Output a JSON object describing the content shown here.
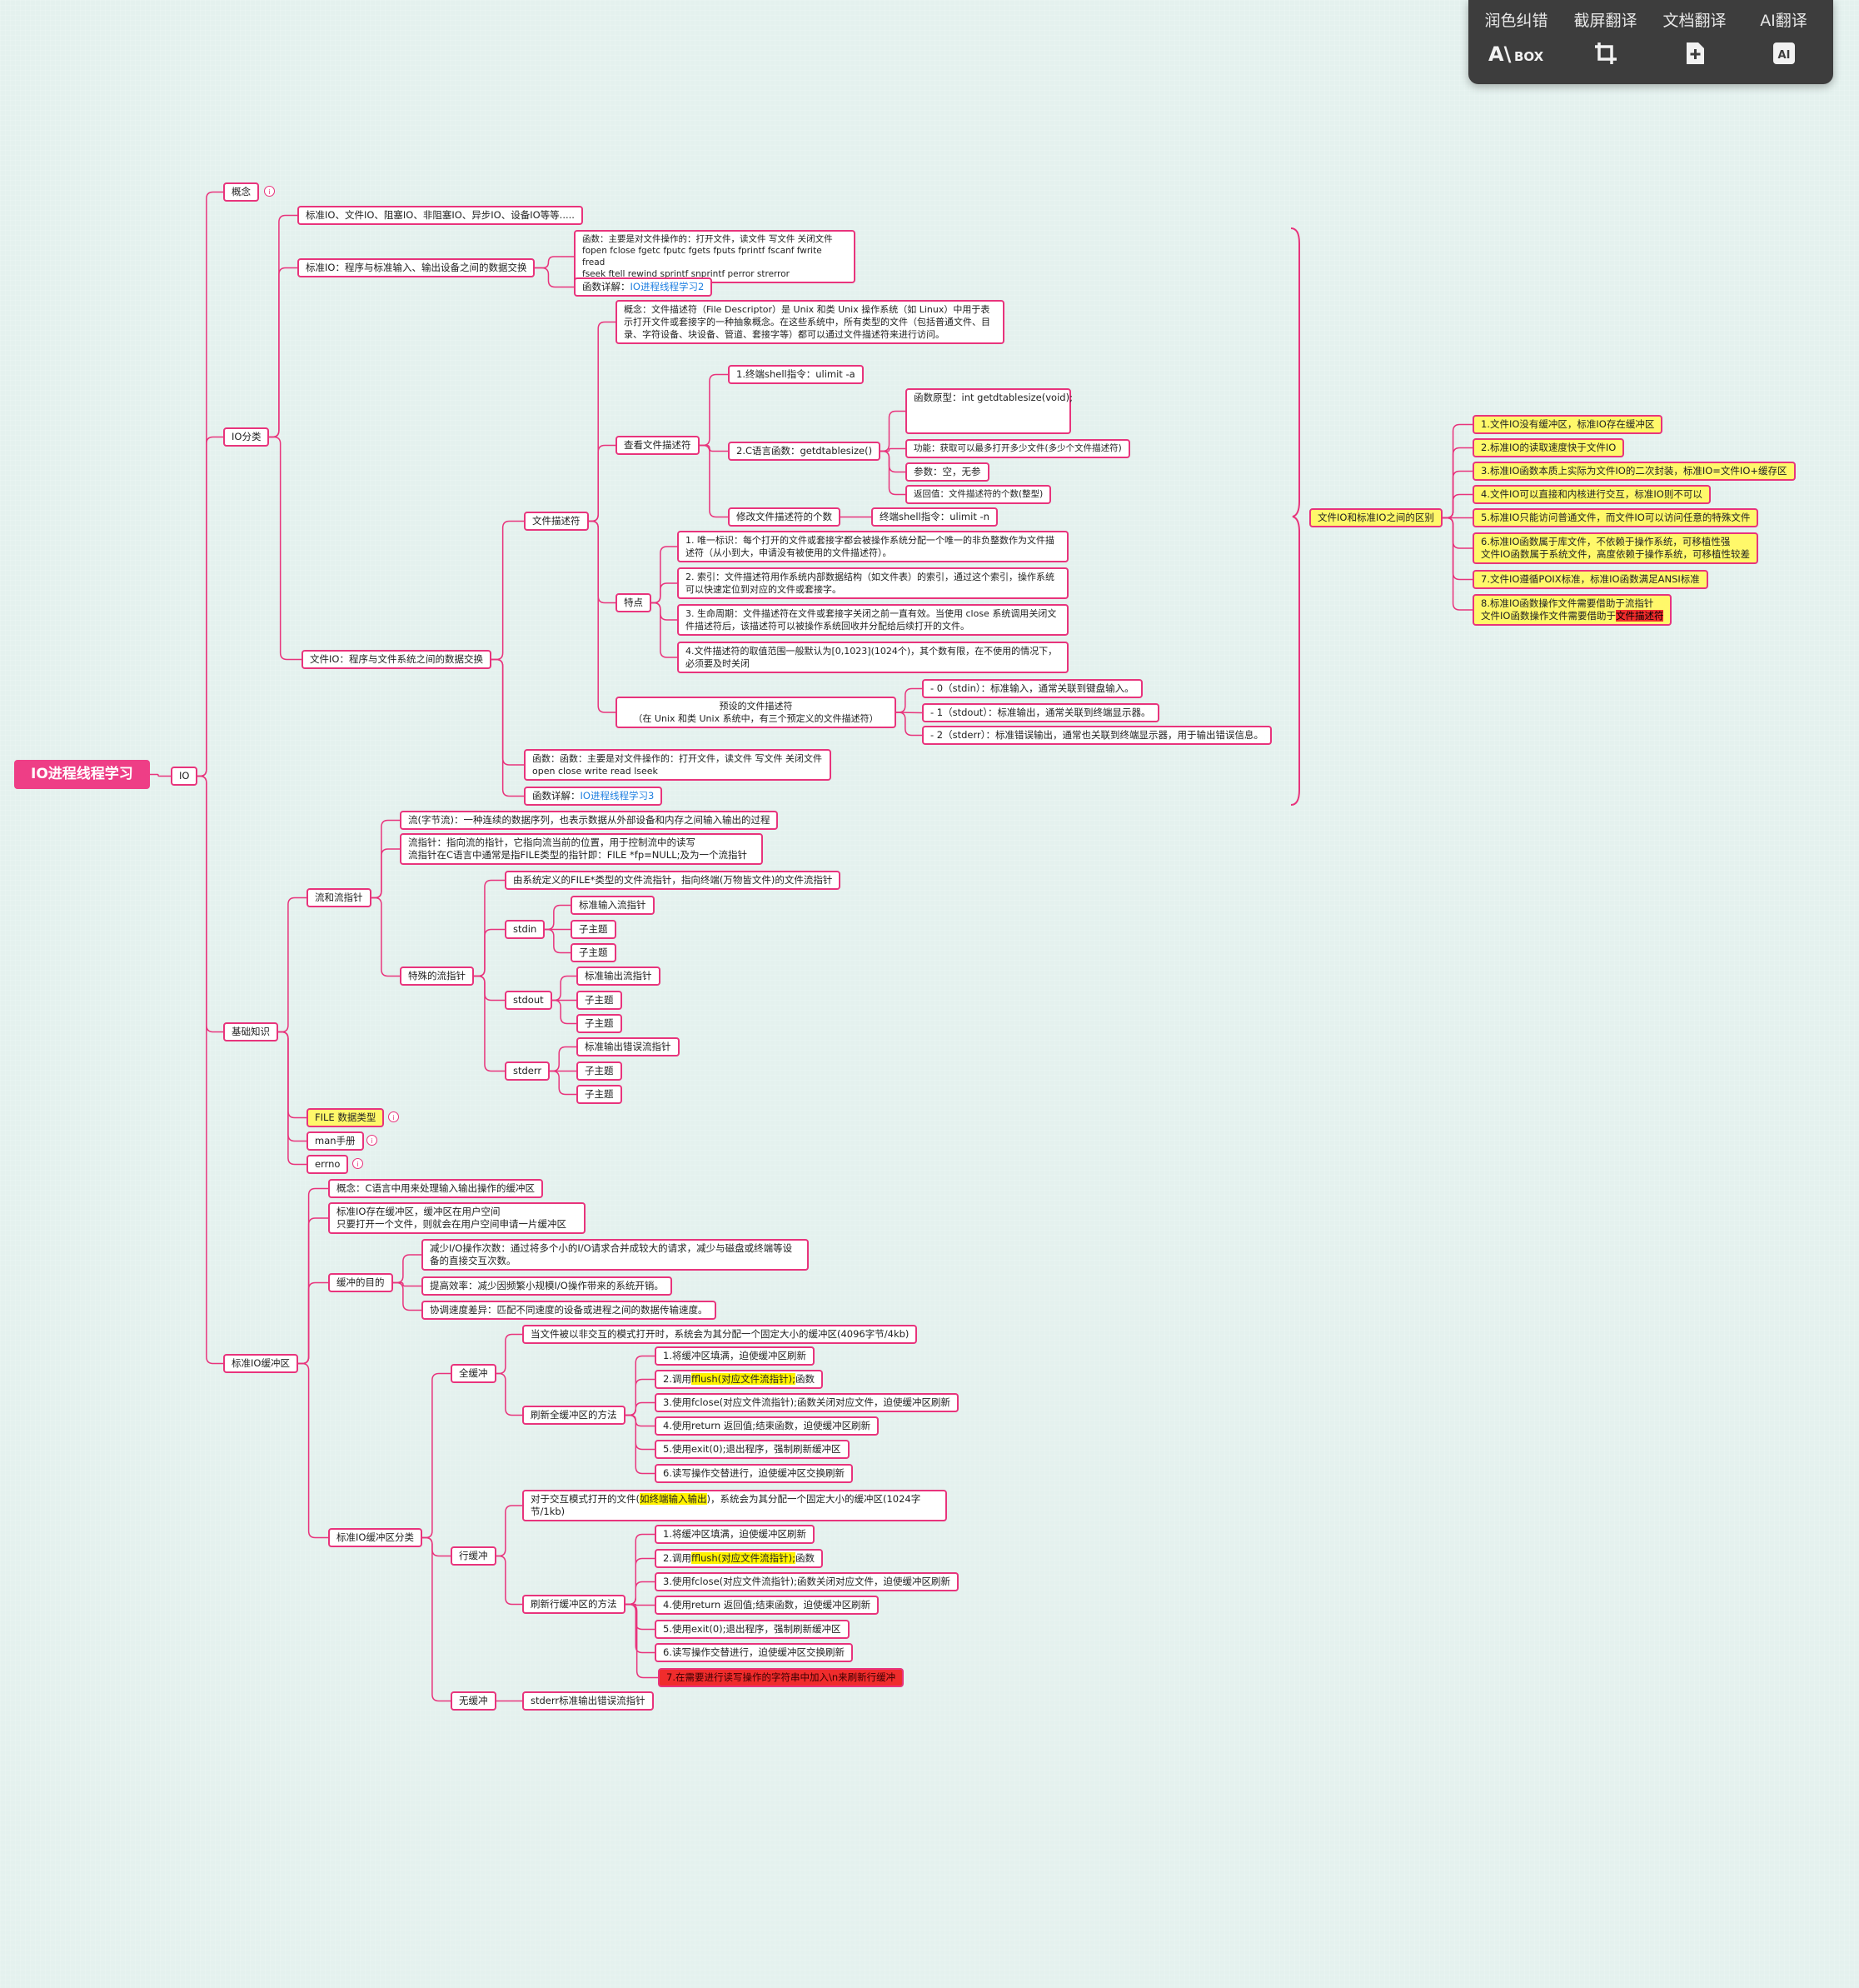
{
  "toolbar": {
    "items": [
      {
        "label": "润色纠错",
        "icon": "abox-icon",
        "icon_text": "A\\BOX"
      },
      {
        "label": "截屏翻译",
        "icon": "crop-icon"
      },
      {
        "label": "文档翻译",
        "icon": "add-document-icon"
      },
      {
        "label": "AI翻译",
        "icon": "ai-translate-icon",
        "icon_text": "AI"
      }
    ]
  },
  "mindmap": {
    "root": "IO进程线程学习",
    "io": "IO",
    "concept": "概念",
    "io_category": {
      "label": "IO分类",
      "types": "标准IO、文件IO、阻塞IO、非阻塞IO、异步IO、设备IO等等.....",
      "stdio": {
        "label": "标准IO：程序与标准输入、输出设备之间的数据交换",
        "funcs": "函数：主要是对文件操作的：打开文件，读文件 写文件 关闭文件\nfopen  fclose  fgetc fputc fgets fputs fprintf fscanf fwrite fread\nfseek  ftell rewind  sprintf snprintf perror strerror",
        "detail_prefix": "函数详解：",
        "detail_link": "IO进程线程学习2"
      },
      "fileio": {
        "label": "文件IO：程序与文件系统之间的数据交换",
        "fd": {
          "label": "文件描述符",
          "concept": "概念：文件描述符（File Descriptor）是 Unix 和类 Unix 操作系统（如 Linux）中用于表示打开文件或套接字的一种抽象概念。在这些系统中，所有类型的文件（包括普通文件、目录、字符设备、块设备、管道、套接字等）都可以通过文件描述符来进行访问。",
          "view": {
            "label": "查看文件描述符",
            "shell": "1.终端shell指令：ulimit  -a",
            "cfunc": {
              "label": "2.C语言函数：getdtablesize()",
              "proto": "函数原型：int getdtablesize(void);",
              "func": "功能：获取可以最多打开多少文件(多少个文件描述符)",
              "param": "参数：空，无参",
              "ret": "返回值：文件描述符的个数(整型)"
            }
          },
          "modify": {
            "label": "修改文件描述符的个数",
            "cmd": "终端shell指令：ulimit  -n"
          },
          "features": {
            "label": "特点",
            "items": [
              "1. 唯一标识：每个打开的文件或套接字都会被操作系统分配一个唯一的非负整数作为文件描述符（从小到大，申请没有被使用的文件描述符）。",
              "2. 索引：文件描述符用作系统内部数据结构（如文件表）的索引，通过这个索引，操作系统可以快速定位到对应的文件或套接字。",
              "3. 生命周期：文件描述符在文件或套接字关闭之前一直有效。当使用  close  系统调用关闭文件描述符后，该描述符可以被操作系统回收并分配给后续打开的文件。",
              "4.文件描述符的取值范围一般默认为[0,1023](1024个)，其个数有限，在不使用的情况下，必须要及时关闭"
            ]
          },
          "preset": {
            "label": "预设的文件描述符\n（在 Unix 和类 Unix 系统中，有三个预定义的文件描述符）",
            "items": [
              "- 0（stdin）：标准输入，通常关联到键盘输入。",
              "- 1（stdout）：标准输出，通常关联到终端显示器。",
              "- 2（stderr）：标准错误输出，通常也关联到终端显示器，用于输出错误信息。"
            ]
          }
        },
        "funcs": "函数：函数：主要是对文件操作的：打开文件，读文件 写文件 关闭文件\n         open     close   write   read     lseek",
        "detail_prefix": "函数详解：",
        "detail_link": "IO进程线程学习3"
      }
    },
    "diff": {
      "label": "文件IO和标准IO之间的区别",
      "items": [
        {
          "pre": "1.文件IO没有缓冲区，标准IO存在缓冲区",
          "hl": "",
          "post": ""
        },
        {
          "pre": "2.标准IO的读取速度快于文件IO",
          "hl": "",
          "post": ""
        },
        {
          "pre": "3.标准IO函数本质上实际为文件IO的二次封装，标准IO=文件IO+缓存区",
          "hl": "",
          "post": ""
        },
        {
          "pre": "4.文件IO可以直接和内核进行交互，标准IO则不可以",
          "hl": "",
          "post": ""
        },
        {
          "pre": "5.标准IO只能访问普通文件，而文件IO可以访问任意的特殊文件",
          "hl": "",
          "post": ""
        },
        {
          "pre": "6.标准IO函数属于库文件，不依赖于操作系统，可移植性强\n   文件IO函数属于系统文件，高度依赖于操作系统，可移植性较差",
          "hl": "",
          "post": ""
        },
        {
          "pre": "7.文件IO遵循POIX标准，标准IO函数满足ANSI标准",
          "hl": "",
          "post": ""
        },
        {
          "pre": "8.标准IO函数操作文件需要借助于流指针\n   文件IO函数操作文件需要借助于",
          "hl": "文件描述符",
          "post": ""
        }
      ]
    },
    "basics": {
      "label": "基础知识",
      "stream": {
        "label": "流和流指针",
        "flow": "流(字节流)：一种连续的数据序列，也表示数据从外部设备和内存之间输入输出的过程",
        "ptr": "流指针：指向流的指针，它指向流当前的位置，用于控制流中的读写\n流指针在C语言中通常是指FILE类型的指针即：FILE *fp=NULL;及为一个流指针",
        "special": {
          "label": "特殊的流指针",
          "desc": "由系统定义的FILE*类型的文件流指针，指向终端(万物皆文件)的文件流指针",
          "stdin": {
            "label": "stdin",
            "items": [
              "标准输入流指针",
              "子主题",
              "子主题"
            ]
          },
          "stdout": {
            "label": "stdout",
            "items": [
              "标准输出流指针",
              "子主题",
              "子主题"
            ]
          },
          "stderr": {
            "label": "stderr",
            "items": [
              "标准输出错误流指针",
              "子主题",
              "子主题"
            ]
          }
        }
      },
      "file_type": "FILE 数据类型",
      "man": "man手册",
      "errno": "errno"
    },
    "buffer": {
      "label": "标准IO缓冲区",
      "concept": "概念：C语言中用来处理输入输出操作的缓冲区",
      "exist": "标准IO存在缓冲区，缓冲区在用户空间\n只要打开一个文件，则就会在用户空间申请一片缓冲区",
      "purpose": {
        "label": "缓冲的目的",
        "items": [
          "减少I/O操作次数：通过将多个小的I/O请求合并成较大的请求，减少与磁盘或终端等设备的直接交互次数。",
          "提高效率：减少因频繁小规模I/O操作带来的系统开销。",
          "协调速度差异：匹配不同速度的设备或进程之间的数据传输速度。"
        ]
      },
      "classes": {
        "label": "标准IO缓冲区分类",
        "full": {
          "label": "全缓冲",
          "desc": "当文件被以非交互的模式打开时，系统会为其分配一个固定大小的缓冲区(4096字节/4kb)",
          "flush_label": "刷新全缓冲区的方法",
          "methods": [
            {
              "pre": "1.将缓冲区填满，迫使缓冲区刷新",
              "hl": "",
              "post": ""
            },
            {
              "pre": "2.调用",
              "hl": "fflush(对应文件流指针);",
              "post": "函数"
            },
            {
              "pre": "3.使用fclose(对应文件流指针);函数关闭对应文件，迫使缓冲区刷新",
              "hl": "",
              "post": ""
            },
            {
              "pre": "4.使用return  返回值;结束函数，迫使缓冲区刷新",
              "hl": "",
              "post": ""
            },
            {
              "pre": "5.使用exit(0);退出程序，强制刷新缓冲区",
              "hl": "",
              "post": ""
            },
            {
              "pre": "6.读写操作交替进行，迫使缓冲区交换刷新",
              "hl": "",
              "post": ""
            }
          ]
        },
        "line": {
          "label": "行缓冲",
          "desc_pre": "对于交互模式打开的文件(",
          "desc_hl": "如终端输入输出",
          "desc_post": ")，系统会为其分配一个固定大小的缓冲区(1024字节/1kb)",
          "flush_label": "刷新行缓冲区的方法",
          "methods": [
            {
              "pre": "1.将缓冲区填满，迫使缓冲区刷新",
              "hl": "",
              "post": ""
            },
            {
              "pre": "2.调用",
              "hl": "fflush(对应文件流指针);",
              "post": "函数"
            },
            {
              "pre": "3.使用fclose(对应文件流指针);函数关闭对应文件，迫使缓冲区刷新",
              "hl": "",
              "post": ""
            },
            {
              "pre": "4.使用return  返回值;结束函数，迫使缓冲区刷新",
              "hl": "",
              "post": ""
            },
            {
              "pre": "5.使用exit(0);退出程序，强制刷新缓冲区",
              "hl": "",
              "post": ""
            },
            {
              "pre": "6.读写操作交替进行，迫使缓冲区交换刷新",
              "hl": "",
              "post": ""
            }
          ],
          "extra": "7.在需要进行读写操作的字符串中加入\\n来刷新行缓冲"
        },
        "none": {
          "label": "无缓冲",
          "desc": "stderr标准输出错误流指针"
        }
      }
    }
  }
}
